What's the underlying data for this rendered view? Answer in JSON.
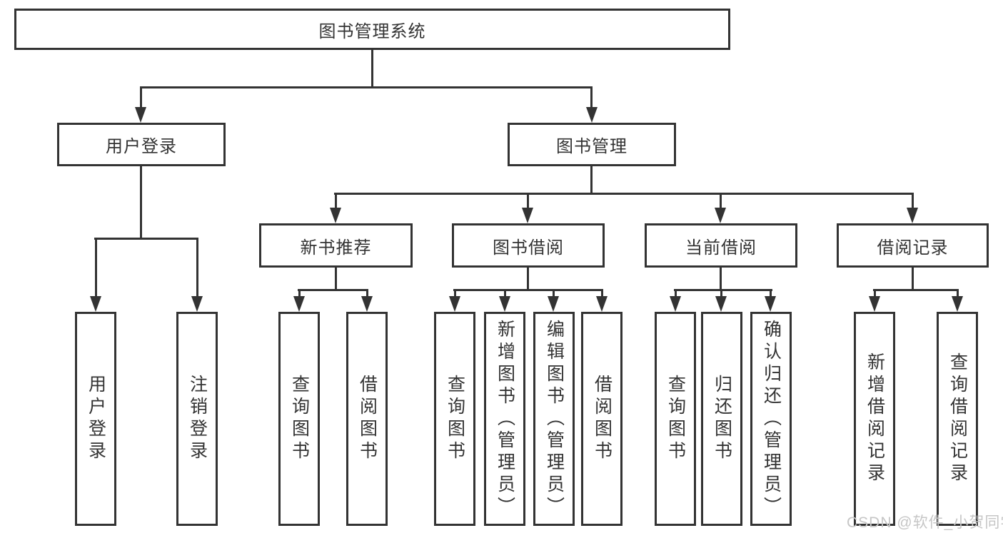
{
  "diagram": {
    "type": "hierarchy-tree",
    "colors": {
      "line": "#333333",
      "box_border": "#333333",
      "text": "#333333",
      "background": "#ffffff",
      "watermark": "#c6c6c6"
    },
    "tree": {
      "label": "图书管理系统",
      "children": [
        {
          "label": "用户登录",
          "children": [
            {
              "label": "用户登录"
            },
            {
              "label": "注销登录"
            }
          ]
        },
        {
          "label": "图书管理",
          "children": [
            {
              "label": "新书推荐",
              "children": [
                {
                  "label": "查询图书"
                },
                {
                  "label": "借阅图书"
                }
              ]
            },
            {
              "label": "图书借阅",
              "children": [
                {
                  "label": "查询图书"
                },
                {
                  "label": "新增图书（管理员）"
                },
                {
                  "label": "编辑图书（管理员）"
                },
                {
                  "label": "借阅图书"
                }
              ]
            },
            {
              "label": "当前借阅",
              "children": [
                {
                  "label": "查询图书"
                },
                {
                  "label": "归还图书"
                },
                {
                  "label": "确认归还（管理员）"
                }
              ]
            },
            {
              "label": "借阅记录",
              "children": [
                {
                  "label": "新增借阅记录"
                },
                {
                  "label": "查询借阅记录"
                }
              ]
            }
          ]
        }
      ]
    },
    "watermark": {
      "text": "CSDN @软件_小贺同学"
    }
  }
}
